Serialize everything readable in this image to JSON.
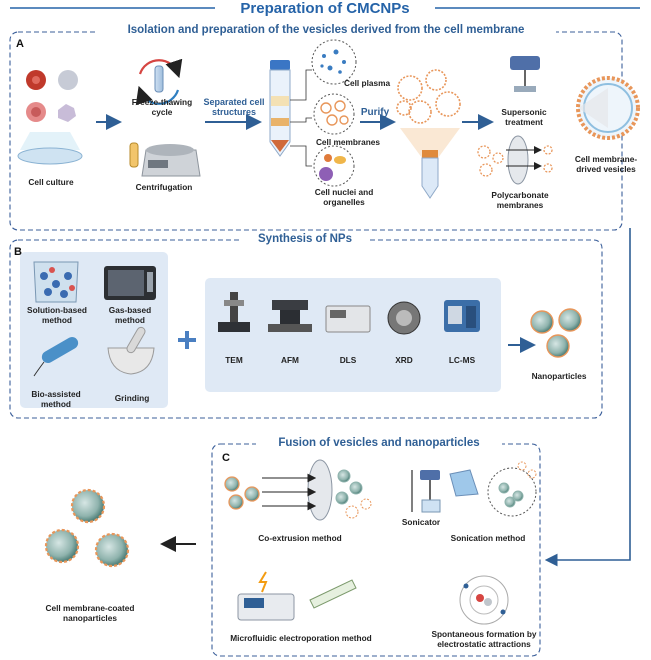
{
  "title": "Preparation of CMCNPs",
  "sectionA": {
    "panel": "A",
    "heading": "Isolation and preparation of the vesicles derived from the cell membrane",
    "cell_culture": "Cell culture",
    "freeze_thawing": "Freeze-thawing cycle",
    "centrifugation": "Centrifugation",
    "separated": "Separated cell structures",
    "cell_plasma": "Cell plasma",
    "cell_membranes": "Cell membranes",
    "cell_nuclei": "Cell nuclei and organelles",
    "purify": "Purify",
    "supersonic": "Supersonic treatment",
    "polycarbonate": "Polycarbonate membranes",
    "vesicles": "Cell membrane-drived vesicles"
  },
  "sectionB": {
    "panel": "B",
    "heading": "Synthesis of NPs",
    "solution": "Solution-based method",
    "gas": "Gas-based method",
    "bio": "Bio-assisted method",
    "grinding": "Grinding",
    "plus": "+",
    "instruments": [
      "TEM",
      "AFM",
      "DLS",
      "XRD",
      "LC-MS"
    ],
    "nanoparticles": "Nanoparticles"
  },
  "sectionC": {
    "panel": "C",
    "heading": "Fusion of vesicles and nanoparticles",
    "coextrusion": "Co-extrusion method",
    "sonicator": "Sonicator",
    "sonication": "Sonication method",
    "microfluidic": "Microfluidic electroporation method",
    "spontaneous": "Spontaneous formation by electrostatic attractions",
    "coated": "Cell membrane-coated nanoparticles"
  },
  "colors": {
    "title_blue": "#2563a8",
    "frame_blue": "#3b5f9a",
    "arrow_blue": "#2f5f95",
    "inner_panel": "#dfe9f5",
    "membrane_orange": "#e8965a",
    "np_teal": "#3f8f86"
  }
}
